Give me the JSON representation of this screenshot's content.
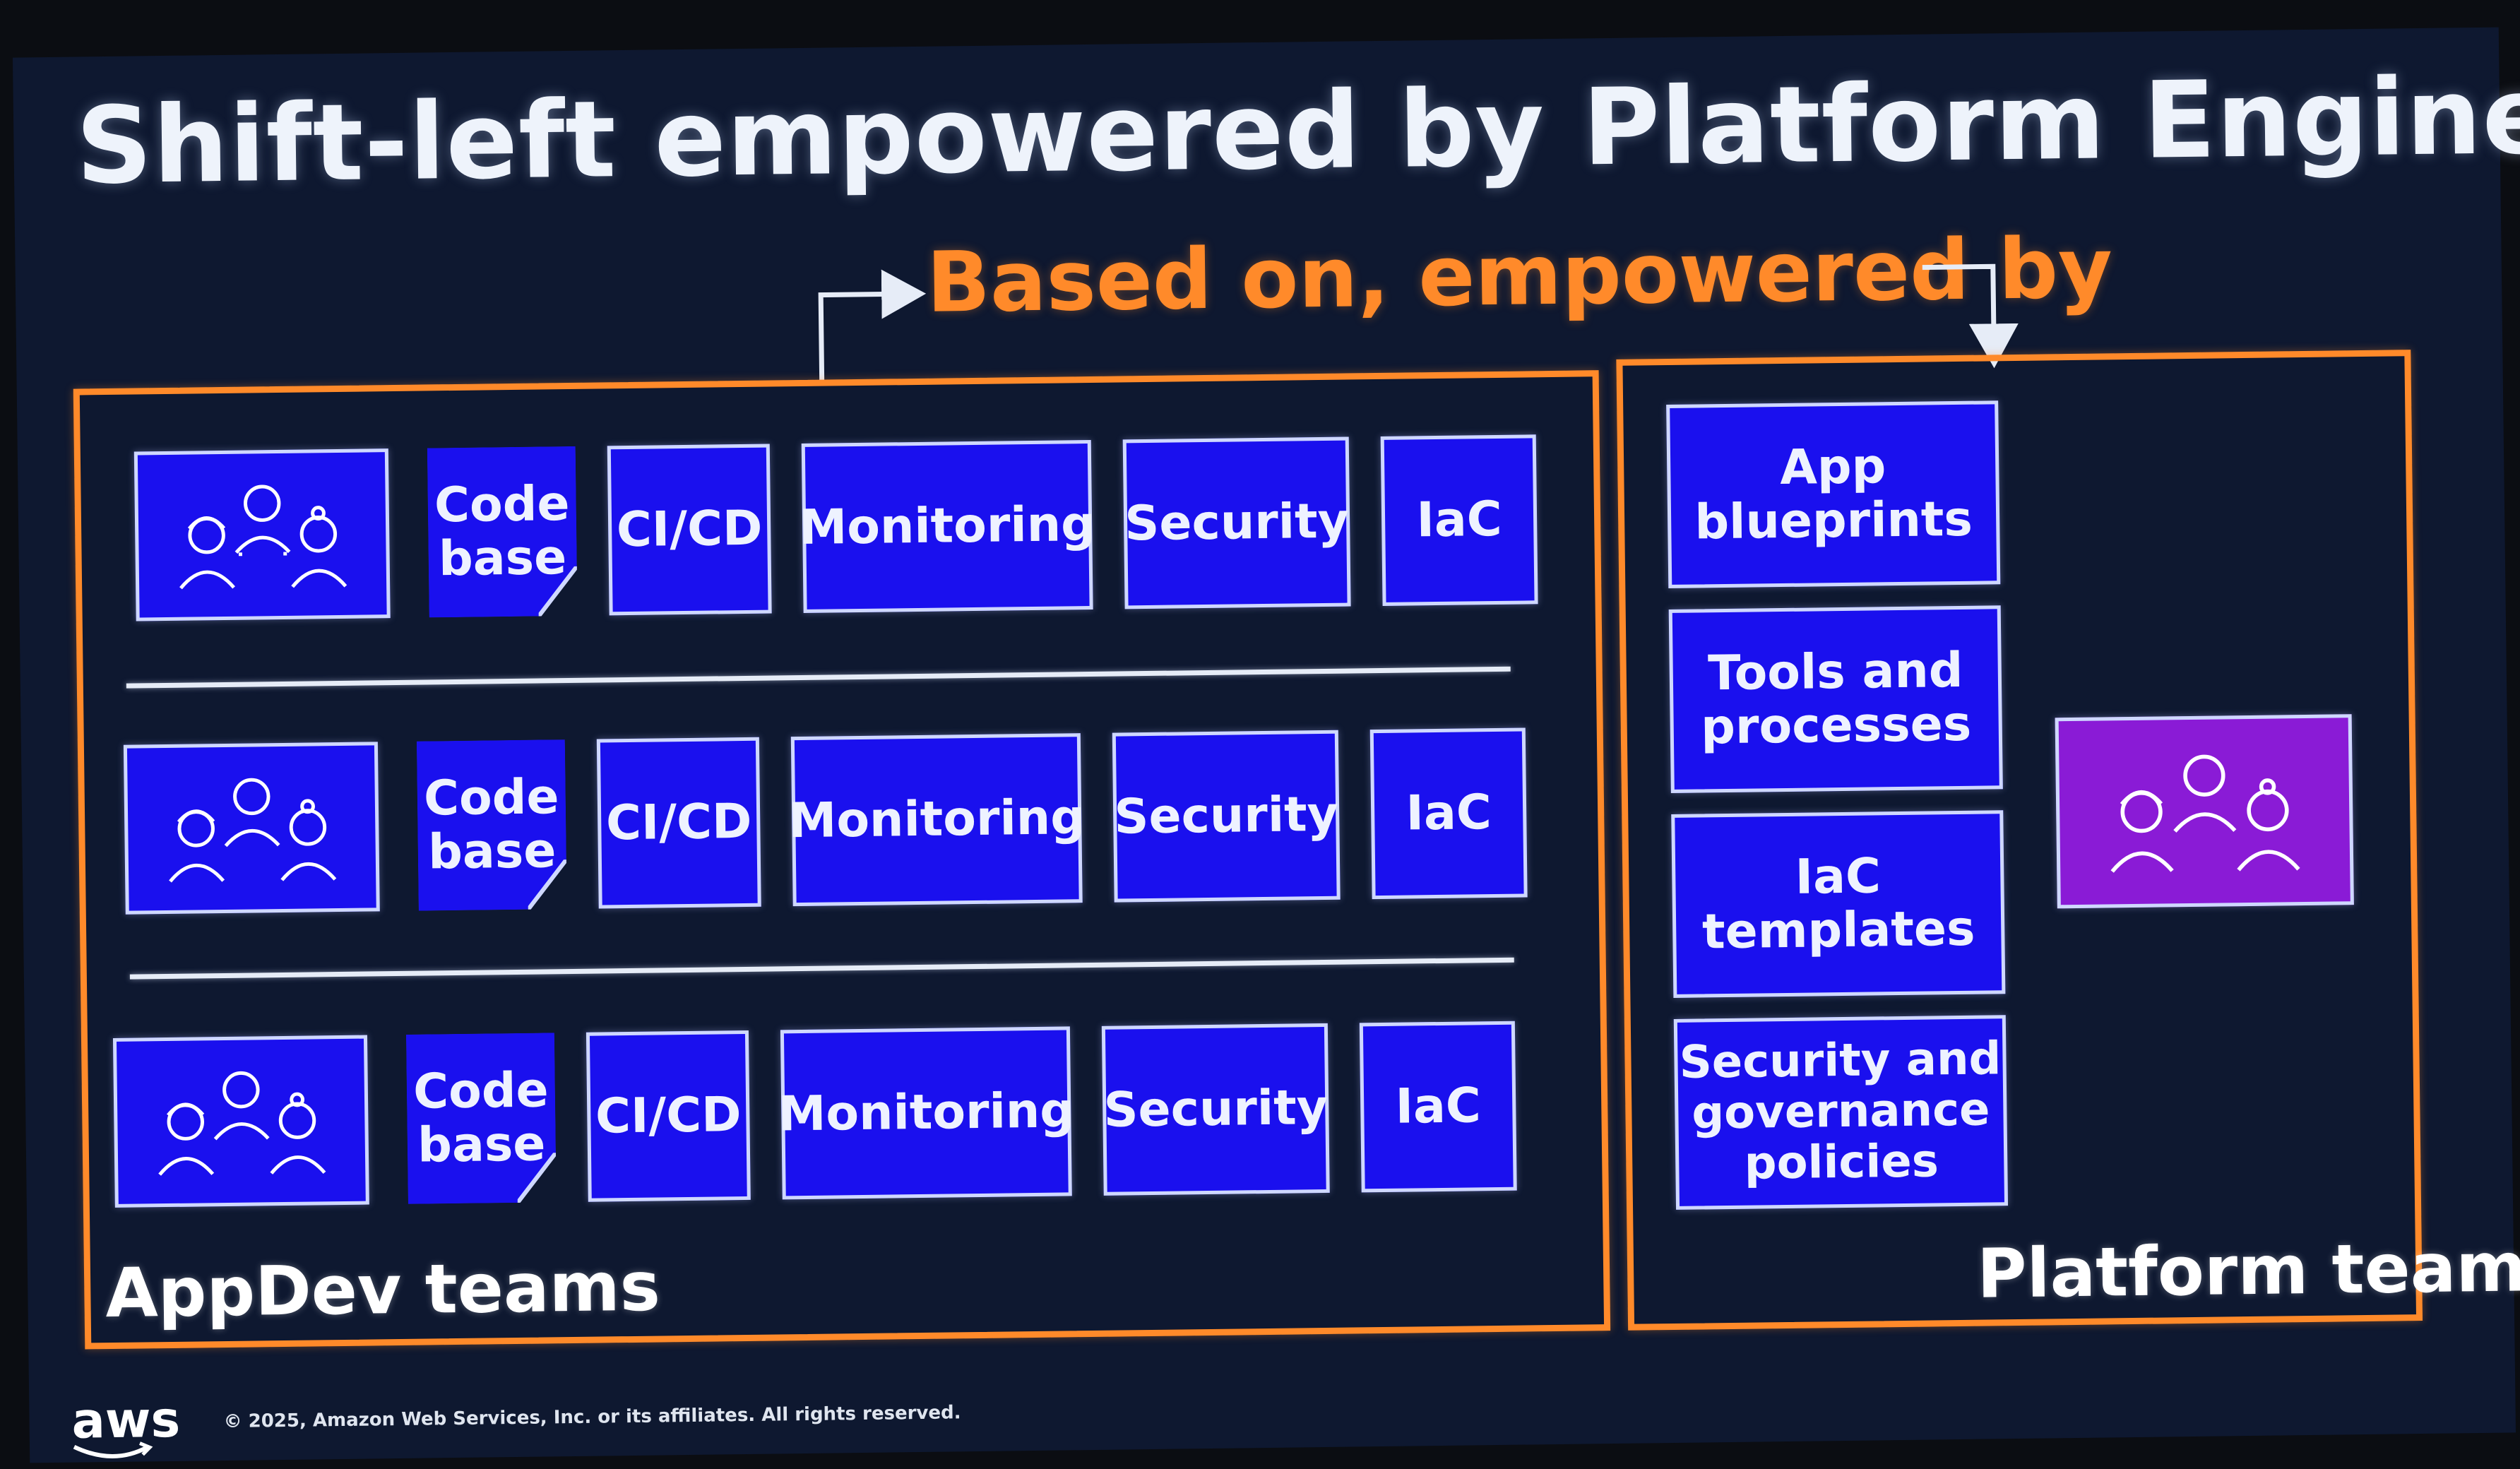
{
  "slide": {
    "title": "Shift-left empowered by Platform Engineering",
    "subtitle": "Based on, empowered by"
  },
  "appdev": {
    "label": "AppDev teams",
    "rows": [
      {
        "items": [
          "Code\nbase",
          "CI/CD",
          "Monitoring",
          "Security",
          "IaC"
        ]
      },
      {
        "items": [
          "Code\nbase",
          "CI/CD",
          "Monitoring",
          "Security",
          "IaC"
        ]
      },
      {
        "items": [
          "Code\nbase",
          "CI/CD",
          "Monitoring",
          "Security",
          "IaC"
        ]
      }
    ]
  },
  "platform": {
    "label": "Platform team",
    "items": [
      "App\nblueprints",
      "Tools and\nprocesses",
      "IaC\ntemplates",
      "Security and\ngovernance\npolicies"
    ]
  },
  "footer": {
    "logo": "aws",
    "copyright": "© 2025, Amazon Web Services, Inc. or its affiliates. All rights reserved."
  },
  "colors": {
    "accent_orange": "#ff8a2a",
    "box_blue": "#1a10ee",
    "platform_purple": "#8a1bd6",
    "background": "#0e1830"
  }
}
